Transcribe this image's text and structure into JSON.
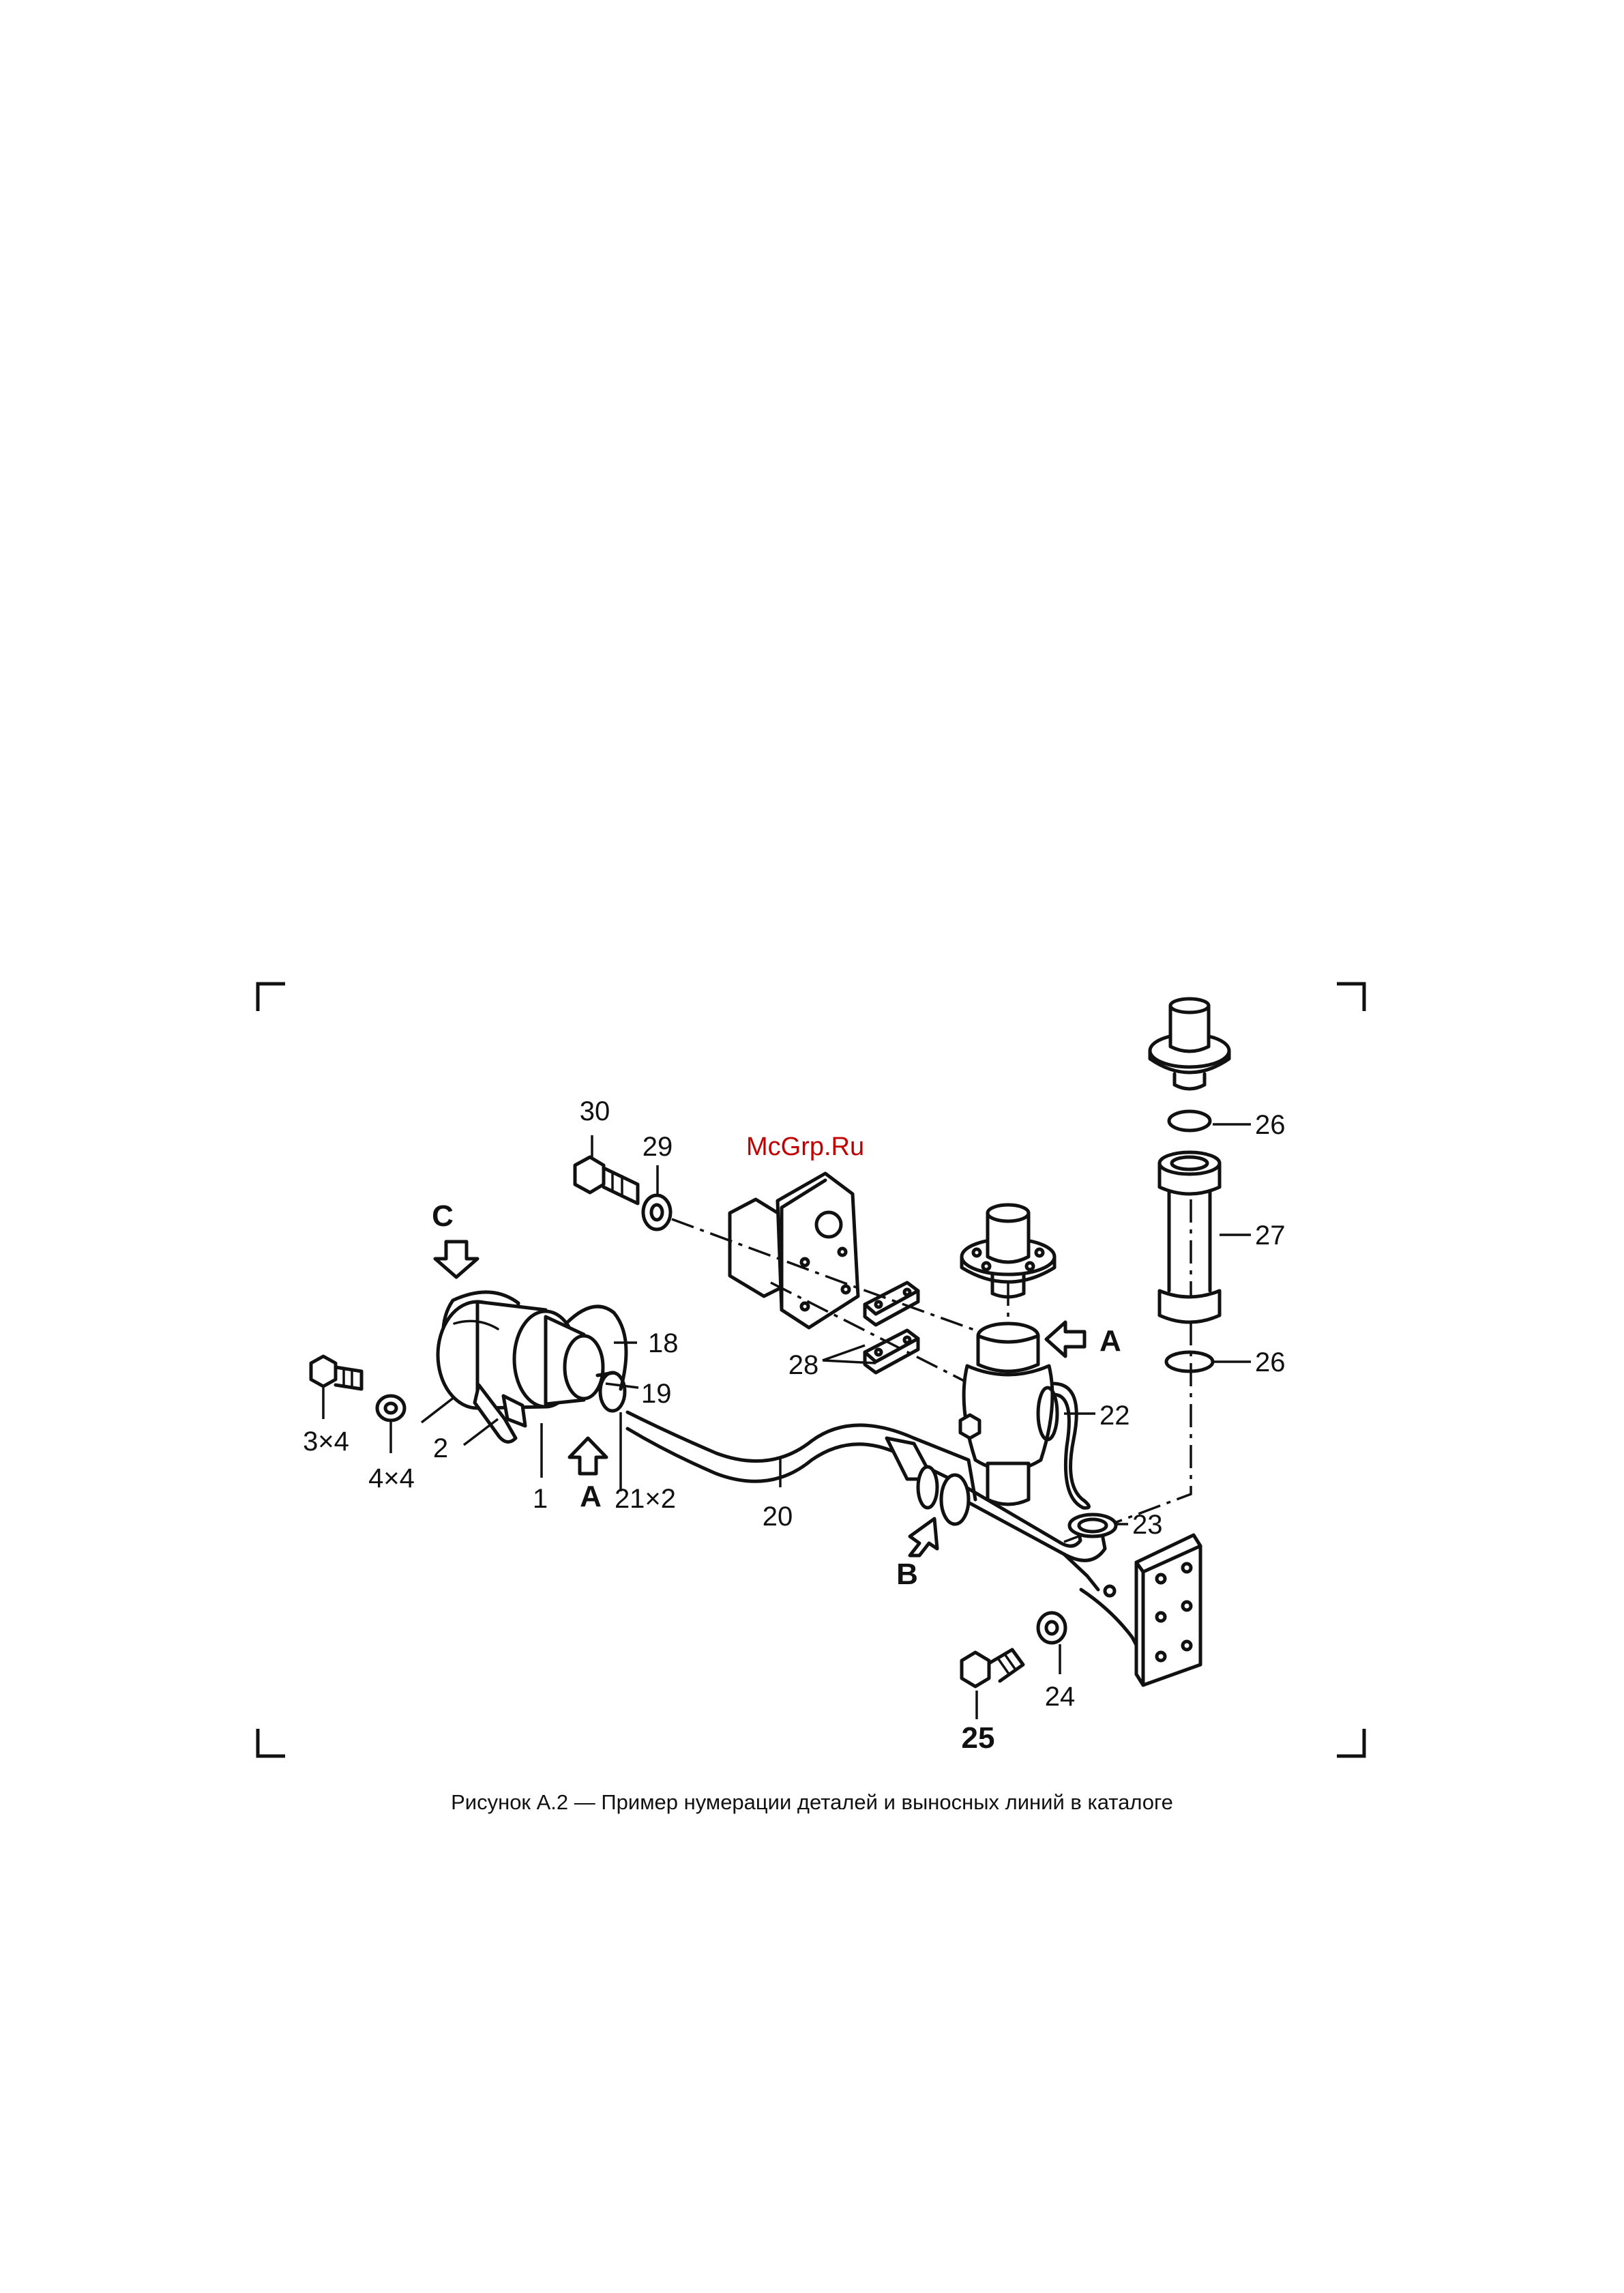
{
  "watermark": "McGrp.Ru",
  "caption": "Рисунок А.2 — Пример нумерации деталей и выносных линий в каталоге",
  "view_markers": {
    "c": "C",
    "a_left": "A",
    "a_right": "A",
    "b": "B"
  },
  "labels": {
    "l1": "1",
    "l2": "2",
    "l3x4": "3×4",
    "l4x4": "4×4",
    "l18": "18",
    "l19": "19",
    "l20": "20",
    "l21x2": "21×2",
    "l22": "22",
    "l23": "23",
    "l24": "24",
    "l25": "25",
    "l26a": "26",
    "l26b": "26",
    "l27": "27",
    "l28": "28",
    "l29": "29",
    "l30": "30"
  }
}
